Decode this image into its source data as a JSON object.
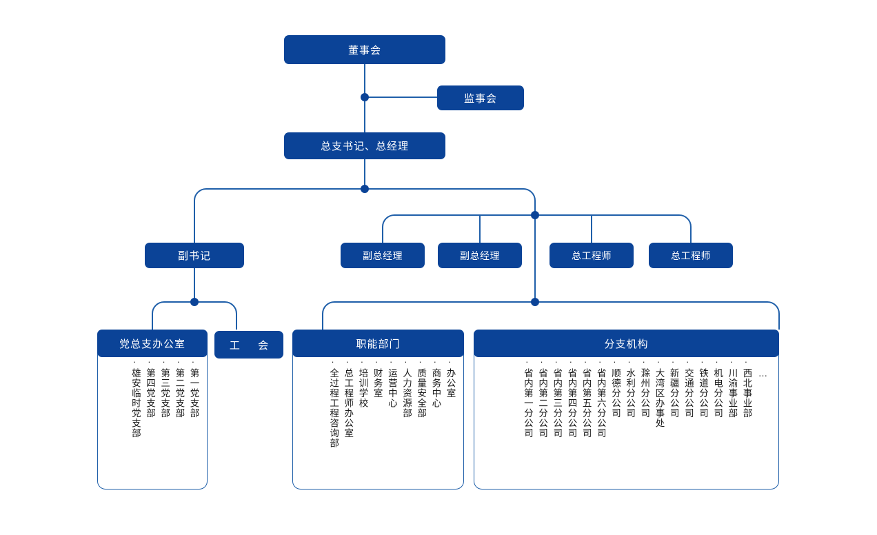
{
  "chart_type": "org-chart",
  "palette": {
    "node_fill": "#0B4397",
    "node_text": "#FFFFFF",
    "connector": "#1F5FA9",
    "container_border": "#1F5FA9",
    "container_fill": "#FFFFFF",
    "item_text": "#1A1A1A",
    "page_background": "#FFFFFF"
  },
  "nodes": {
    "board": "董事会",
    "supervisors": "监事会",
    "secretary_gm": "总支书记、总经理",
    "deputy_secretary": "副书记",
    "deputy_gm_1": "副总经理",
    "deputy_gm_2": "副总经理",
    "chief_engineer_1": "总工程师",
    "chief_engineer_2": "总工程师"
  },
  "groups": {
    "party_office": {
      "title": "党总支办公室",
      "items": [
        "第一党支部",
        "第二党支部",
        "第三党支部",
        "第四党支部",
        "雄安临时党支部"
      ]
    },
    "union": {
      "title": "工  会",
      "items": []
    },
    "functional_departments": {
      "title": "职能部门",
      "items": [
        "办公室",
        "商务中心",
        "质量安全部",
        "人力资源部",
        "运营中心",
        "财务室",
        "培训学校",
        "总工程师办公室",
        "全过程工程咨询部"
      ]
    },
    "branches": {
      "title": "分支机构",
      "items": [
        "省内第一分公司",
        "省内第二分公司",
        "省内第三分公司",
        "省内第四分公司",
        "省内第五分公司",
        "省内第六分公司",
        "顺德分公司",
        "水利分公司",
        "滁州分公司",
        "大湾区办事处",
        "新疆分公司",
        "交通分公司",
        "铁道分公司",
        "机电分公司",
        "川渝事业部",
        "西北事业部"
      ],
      "more_indicator": "…"
    }
  }
}
